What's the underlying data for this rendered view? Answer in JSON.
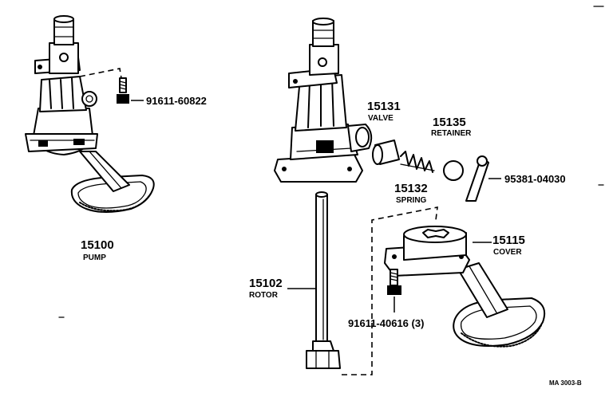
{
  "parts": {
    "pump": {
      "number": "15100",
      "name": "PUMP"
    },
    "rotor": {
      "number": "15102",
      "name": "ROTOR"
    },
    "valve": {
      "number": "15131",
      "name": "VALVE"
    },
    "spring": {
      "number": "15132",
      "name": "SPRING"
    },
    "retainer": {
      "number": "15135",
      "name": "RETAINER"
    },
    "cover": {
      "number": "15115",
      "name": "COVER"
    },
    "bolt_top": {
      "number": "91611-60822"
    },
    "bolt_cover": {
      "number": "91611-40616 (3)"
    },
    "cotter_pin": {
      "number": "95381-04030"
    }
  },
  "reference_code": "MA 3003-B"
}
